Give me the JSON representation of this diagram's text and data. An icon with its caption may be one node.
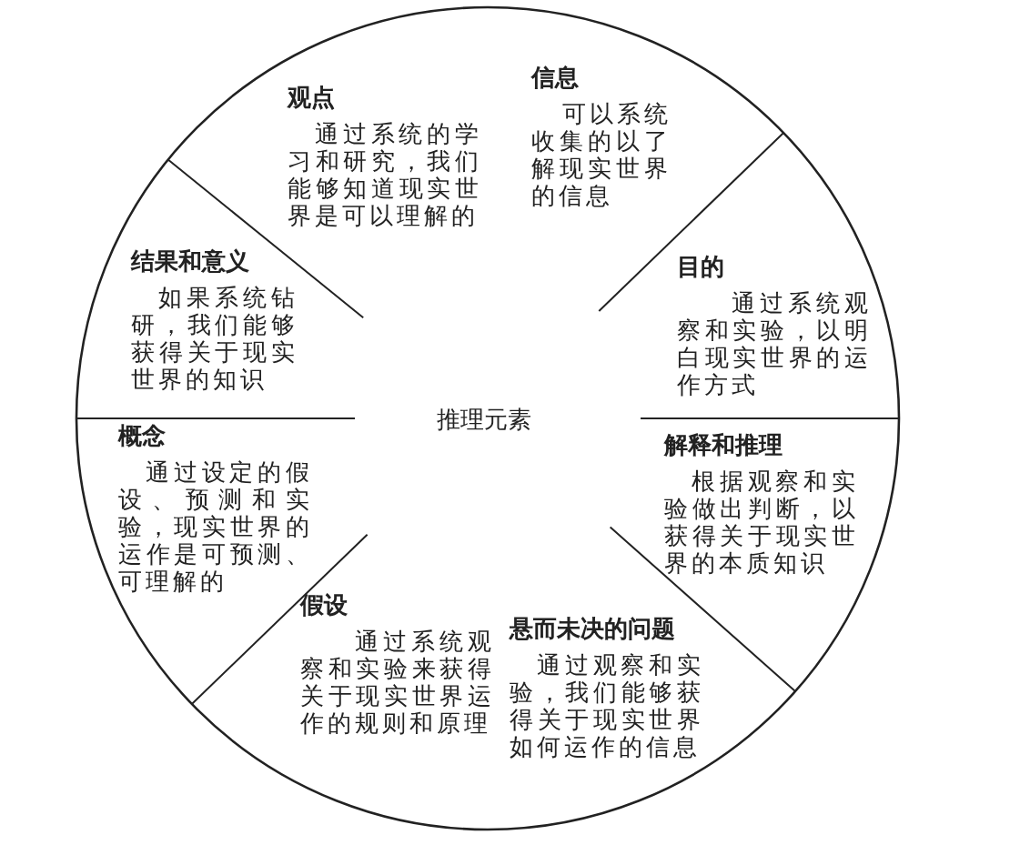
{
  "diagram": {
    "nodes": [
      {
        "text": [
          "推理元素"
        ]
      },
      {
        "text": [
          "观点",
          "通过系统的学习和研究，我们能够知道现实世界是可以理解的"
        ],
        "in": 0
      },
      {
        "text": [
          "信息",
          "可以系统收集的以了解现实世界的信息"
        ],
        "in": 0
      },
      {
        "text": [
          "目的",
          "通过系统观察和实验，以明白现实世界的运作方式"
        ],
        "in": 0
      },
      {
        "text": [
          "解释和推理",
          "根据观察和实验做出判断，以获得关于现实世界的本质知识"
        ],
        "in": 0
      },
      {
        "text": [
          "悬而未决的问题",
          "通过观察和实验，我们能够获得关于现实世界如何运作的信息"
        ],
        "in": 0
      },
      {
        "text": [
          "假设",
          "通过系统观察和实验来获得关于现实世界运作的规则和原理"
        ],
        "in": 0
      },
      {
        "text": [
          "概念",
          "通过设定的假设、预测和实验，现实世界的运作是可预测、可理解的"
        ],
        "in": 0
      },
      {
        "text": [
          "结果和意义",
          "如果系统钻研，我们能够获得关于现实世界的知识"
        ],
        "in": 0
      }
    ]
  }
}
